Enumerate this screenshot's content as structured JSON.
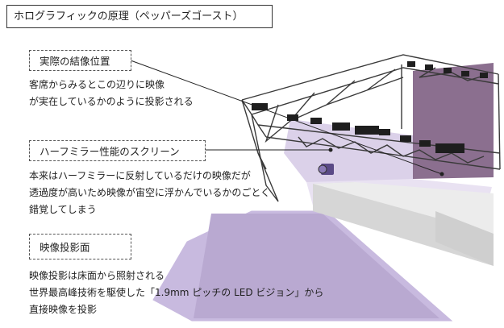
{
  "title": "ホログラフィックの原理（ペッパーズゴースト）",
  "sections": [
    {
      "heading": "実際の結像位置",
      "lines": [
        "客席からみるとこの辺りに映像",
        "が実在しているかのように投影される"
      ]
    },
    {
      "heading": "ハーフミラー性能のスクリーン",
      "lines": [
        "本来はハーフミラーに反射しているだけの映像だが",
        "透過度が高いため映像が宙空に浮かんでいるかのごとく",
        "錯覚してしまう"
      ]
    },
    {
      "heading": "映像投影面",
      "lines": [
        "映像投影は床面から照射される",
        "世界最高峰技術を駆使した「1.9mm ピッチの LED ビジョン」から",
        "直接映像を投影"
      ]
    }
  ],
  "colors": {
    "lavender": "#b9a9d1",
    "lavender_light": "#d9cfe8",
    "back_panel": "#8b6f8f",
    "truss": "#3a3a3a",
    "stage": "#e3e3e3"
  }
}
